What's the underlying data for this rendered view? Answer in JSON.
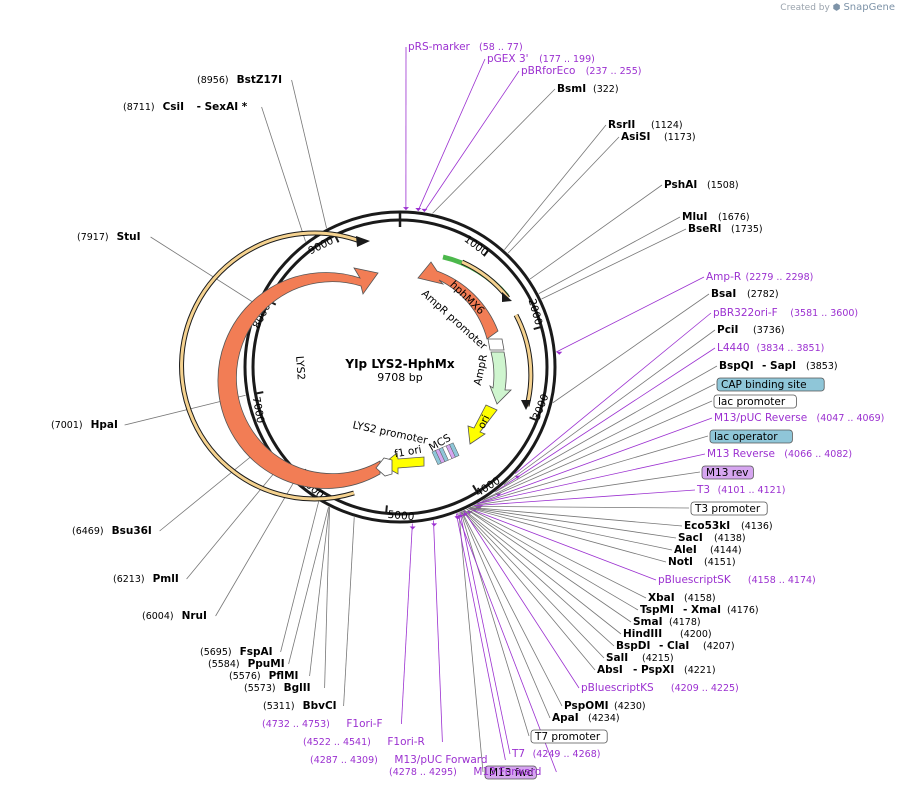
{
  "header": {
    "credit_prefix": "Created by",
    "credit_brand": "SnapGene"
  },
  "plasmid": {
    "name": "YIp LYS2-HphMx",
    "size_label": "9708 bp",
    "length": 9708
  },
  "colors": {
    "backbone": "#1a1a1a",
    "primer": "#9b30d0",
    "enzyme_line": "#777777",
    "lys2": "#f27d55",
    "hph": "#f27d55",
    "ampr": "#cff5cf",
    "ori": "#ffff00",
    "f1ori": "#ffff00",
    "orf": "#f5b142",
    "hph_orf": "#4cb84c",
    "blue_feature": "#8fc6d8",
    "purple_feature": "#d6a6f0"
  },
  "ticks": [
    "1000",
    "2000",
    "3000",
    "4000",
    "5000",
    "6000",
    "7000",
    "8000",
    "9000"
  ],
  "inner_features": [
    {
      "label": "hphMX6"
    },
    {
      "label": "AmpR promoter"
    },
    {
      "label": "AmpR"
    },
    {
      "label": "ori"
    },
    {
      "label": "MCS"
    },
    {
      "label": "f1 ori"
    },
    {
      "label": "LYS2 promoter"
    },
    {
      "label": "LYS2"
    }
  ],
  "labels": [
    {
      "kind": "primer",
      "name": "pRS-marker",
      "pos": "(58 .. 77)"
    },
    {
      "kind": "primer",
      "name": "pGEX 3'",
      "pos": "(177 .. 199)"
    },
    {
      "kind": "primer",
      "name": "pBRforEco",
      "pos": "(237 .. 255)"
    },
    {
      "kind": "enzyme",
      "name": "BsmI",
      "pos": "(322)"
    },
    {
      "kind": "enzyme",
      "name": "RsrII",
      "pos": "(1124)"
    },
    {
      "kind": "enzyme",
      "name": "AsiSI",
      "pos": "(1173)"
    },
    {
      "kind": "enzyme",
      "name": "PshAI",
      "pos": "(1508)"
    },
    {
      "kind": "enzyme",
      "name": "MluI",
      "pos": "(1676)"
    },
    {
      "kind": "enzyme",
      "name": "BseRI",
      "pos": "(1735)"
    },
    {
      "kind": "primer",
      "name": "Amp-R",
      "pos": "(2279 .. 2298)"
    },
    {
      "kind": "enzyme",
      "name": "BsaI",
      "pos": "(2782)"
    },
    {
      "kind": "primer",
      "name": "pBR322ori-F",
      "pos": "(3581 .. 3600)"
    },
    {
      "kind": "enzyme",
      "name": "PciI",
      "pos": "(3736)"
    },
    {
      "kind": "primer",
      "name": "L4440",
      "pos": "(3834 .. 3851)"
    },
    {
      "kind": "enzyme",
      "name": "BspQI",
      "name2": "SapI",
      "pos": "(3853)"
    },
    {
      "kind": "box",
      "name": "CAP binding site",
      "color": "#8fc6d8"
    },
    {
      "kind": "box",
      "name": "lac promoter",
      "color": "#ffffff"
    },
    {
      "kind": "primer",
      "name": "M13/pUC Reverse",
      "pos": "(4047 .. 4069)"
    },
    {
      "kind": "box",
      "name": "lac operator",
      "color": "#8fc6d8"
    },
    {
      "kind": "primer",
      "name": "M13 Reverse",
      "pos": "(4066 .. 4082)"
    },
    {
      "kind": "box",
      "name": "M13 rev",
      "color": "#d6a6f0"
    },
    {
      "kind": "primer",
      "name": "T3",
      "pos": "(4101 .. 4121)"
    },
    {
      "kind": "box",
      "name": "T3 promoter",
      "color": "#ffffff"
    },
    {
      "kind": "enzyme",
      "name": "Eco53kI",
      "pos": "(4136)"
    },
    {
      "kind": "enzyme",
      "name": "SacI",
      "pos": "(4138)"
    },
    {
      "kind": "enzyme",
      "name": "AleI",
      "pos": "(4144)"
    },
    {
      "kind": "enzyme",
      "name": "NotI",
      "pos": "(4151)"
    },
    {
      "kind": "primer",
      "name": "pBluescriptSK",
      "pos": "(4158 .. 4174)"
    },
    {
      "kind": "enzyme",
      "name": "XbaI",
      "pos": "(4158)"
    },
    {
      "kind": "enzyme",
      "name": "TspMI",
      "name2": "XmaI",
      "pos": "(4176)"
    },
    {
      "kind": "enzyme",
      "name": "SmaI",
      "pos": "(4178)"
    },
    {
      "kind": "enzyme",
      "name": "HindIII",
      "pos": "(4200)"
    },
    {
      "kind": "enzyme",
      "name": "BspDI",
      "name2": "ClaI",
      "pos": "(4207)"
    },
    {
      "kind": "enzyme",
      "name": "SalI",
      "pos": "(4215)"
    },
    {
      "kind": "enzyme",
      "name": "AbsI",
      "name2": "PspXI",
      "pos": "(4221)"
    },
    {
      "kind": "primer",
      "name": "pBluescriptKS",
      "pos": "(4209 .. 4225)"
    },
    {
      "kind": "enzyme",
      "name": "PspOMI",
      "pos": "(4230)"
    },
    {
      "kind": "enzyme",
      "name": "ApaI",
      "pos": "(4234)"
    },
    {
      "kind": "box",
      "name": "T7 promoter",
      "color": "#ffffff"
    },
    {
      "kind": "primer",
      "name": "T7",
      "pos": "(4249 .. 4268)"
    },
    {
      "kind": "box",
      "name": "M13 fwd",
      "color": "#d6a6f0"
    },
    {
      "kind": "primer",
      "name": "M13 Forward",
      "pos": "(4278 .. 4295)"
    },
    {
      "kind": "primer",
      "name": "M13/pUC Forward",
      "pos": "(4287 .. 4309)"
    },
    {
      "kind": "primer",
      "name": "F1ori-R",
      "pos": "(4522 .. 4541)"
    },
    {
      "kind": "primer",
      "name": "F1ori-F",
      "pos": "(4732 .. 4753)"
    },
    {
      "kind": "enzyme",
      "name": "BbvCI",
      "pos": "(5311)"
    },
    {
      "kind": "enzyme",
      "name": "BglII",
      "pos": "(5573)"
    },
    {
      "kind": "enzyme",
      "name": "PflMI",
      "pos": "(5576)"
    },
    {
      "kind": "enzyme",
      "name": "PpuMI",
      "pos": "(5584)"
    },
    {
      "kind": "enzyme",
      "name": "FspAI",
      "pos": "(5695)"
    },
    {
      "kind": "enzyme",
      "name": "NruI",
      "pos": "(6004)"
    },
    {
      "kind": "enzyme",
      "name": "PmlI",
      "pos": "(6213)"
    },
    {
      "kind": "enzyme",
      "name": "Bsu36I",
      "pos": "(6469)"
    },
    {
      "kind": "enzyme",
      "name": "HpaI",
      "pos": "(7001)"
    },
    {
      "kind": "enzyme",
      "name": "StuI",
      "pos": "(7917)"
    },
    {
      "kind": "enzyme",
      "name": "CsiI",
      "name2": "SexAI *",
      "pos": "(8711)"
    },
    {
      "kind": "enzyme",
      "name": "BstZ17I",
      "pos": "(8956)"
    }
  ]
}
